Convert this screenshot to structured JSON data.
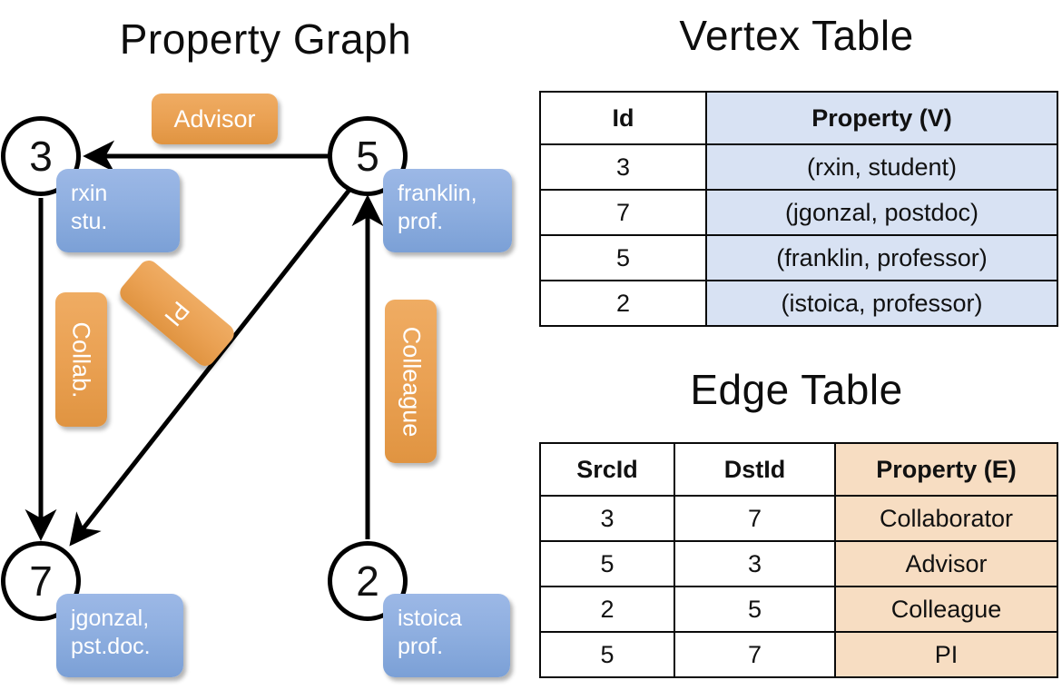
{
  "titles": {
    "property_graph": "Property Graph",
    "vertex_table": "Vertex Table",
    "edge_table": "Edge Table"
  },
  "graph": {
    "vertices": [
      {
        "id": "3",
        "property_text": "rxin\nstu.",
        "line1": "rxin",
        "line2": "stu."
      },
      {
        "id": "5",
        "property_text": "franklin,\nprof.",
        "line1": "franklin,",
        "line2": "prof."
      },
      {
        "id": "7",
        "property_text": "jgonzal,\npst.doc.",
        "line1": "jgonzal,",
        "line2": "pst.doc."
      },
      {
        "id": "2",
        "property_text": "istoica\nprof.",
        "line1": "istoica",
        "line2": "prof."
      }
    ],
    "edge_labels": [
      {
        "name": "advisor",
        "text": "Advisor"
      },
      {
        "name": "collab",
        "text": "Collab."
      },
      {
        "name": "pi",
        "text": "PI"
      },
      {
        "name": "colleague",
        "text": "Colleague"
      }
    ],
    "colors": {
      "vertex_property_box": "#8fafe0",
      "edge_label_box": "#eaa153",
      "edge_line": "#000000",
      "vertex_circle_border": "#000000"
    }
  },
  "vertex_table": {
    "columns": [
      "Id",
      "Property (V)"
    ],
    "rows": [
      {
        "id": "3",
        "property": "(rxin, student)"
      },
      {
        "id": "7",
        "property": "(jgonzal, postdoc)"
      },
      {
        "id": "5",
        "property": "(franklin, professor)"
      },
      {
        "id": "2",
        "property": "(istoica, professor)"
      }
    ],
    "property_column_color": "#d8e2f3"
  },
  "edge_table": {
    "columns": [
      "SrcId",
      "DstId",
      "Property (E)"
    ],
    "rows": [
      {
        "src": "3",
        "dst": "7",
        "property": "Collaborator"
      },
      {
        "src": "5",
        "dst": "3",
        "property": "Advisor"
      },
      {
        "src": "2",
        "dst": "5",
        "property": "Colleague"
      },
      {
        "src": "5",
        "dst": "7",
        "property": "PI"
      }
    ],
    "property_column_color": "#f7ddc2"
  }
}
